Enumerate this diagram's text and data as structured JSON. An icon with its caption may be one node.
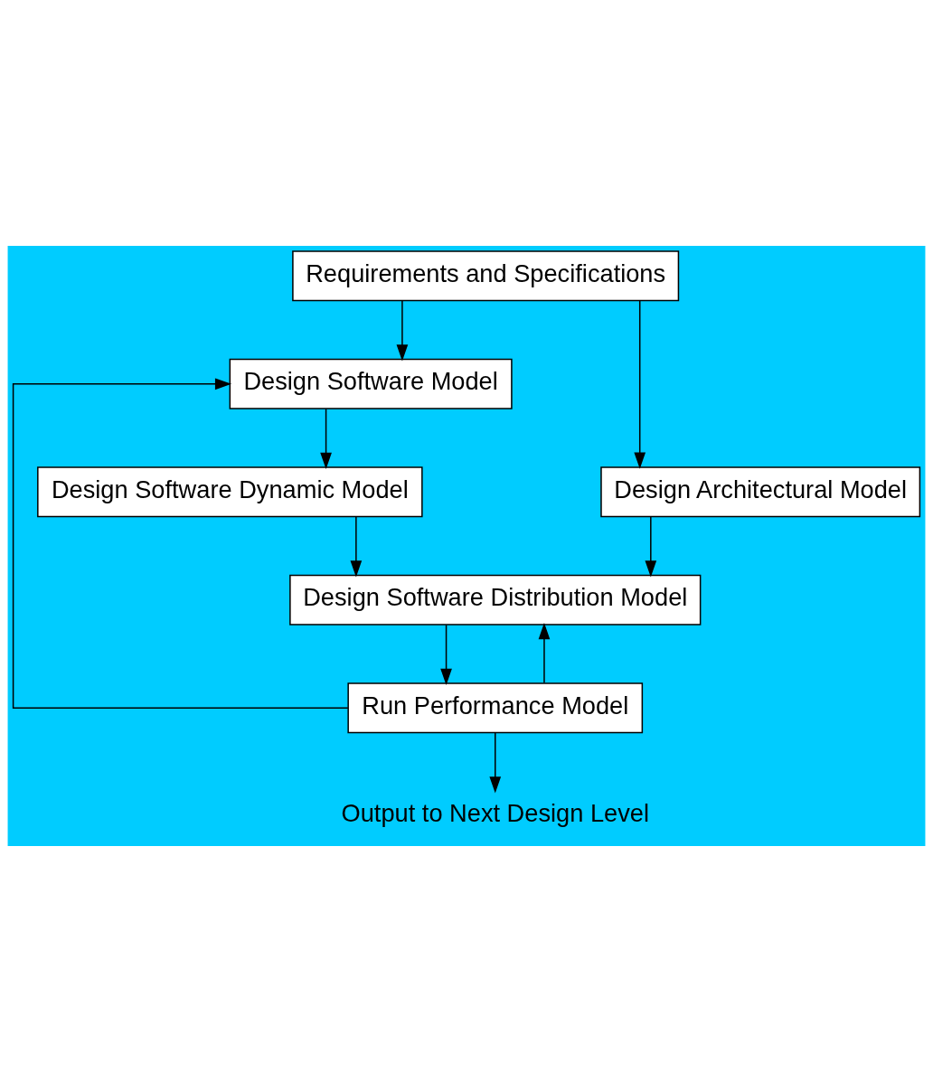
{
  "diagram": {
    "nodes": [
      {
        "text": [
          "Requirements and Specifications"
        ]
      },
      {
        "text": [
          "Design Software Model"
        ]
      },
      {
        "text": [
          "Design Architectural Model"
        ]
      },
      {
        "text": [
          "Design Software Dynamic Model"
        ]
      },
      {
        "text": [
          "Design Software Distribution Model"
        ]
      },
      {
        "text": [
          "Run Performance Model"
        ]
      },
      {
        "text": [
          "Output to Next Design Level"
        ]
      }
    ],
    "edges": [
      {
        "from": 0,
        "to": 2,
        "arrow": "to"
      },
      {
        "from": 0,
        "to": 1,
        "arrow": "to"
      },
      {
        "from": 1,
        "to": 3,
        "arrow": "to"
      },
      {
        "from": 2,
        "to": 4,
        "arrow": "to"
      },
      {
        "from": 3,
        "to": 4,
        "arrow": "to"
      },
      {
        "from": 4,
        "to": 5,
        "arrow": "to"
      },
      {
        "from": 5,
        "to": 4,
        "arrow": "to"
      },
      {
        "from": 5,
        "to": 1,
        "arrow": "to"
      },
      {
        "from": 5,
        "to": 6,
        "arrow": "to"
      }
    ]
  }
}
